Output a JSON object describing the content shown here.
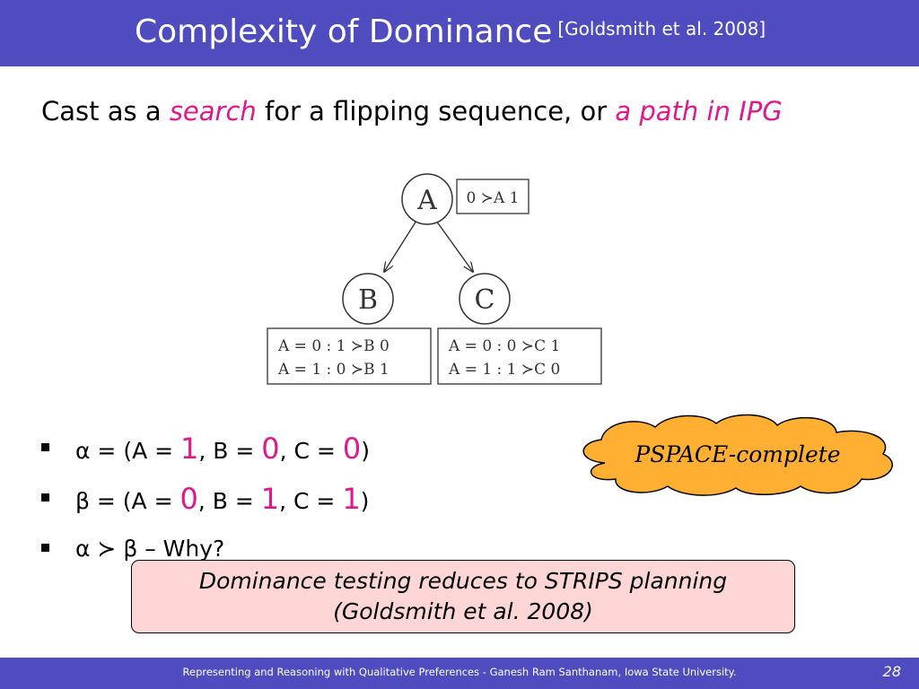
{
  "title": {
    "main": "Complexity of Dominance",
    "cite": "[Goldsmith et al. 2008]"
  },
  "subtitle": {
    "pre": "Cast as a",
    "em1": "search",
    "mid": "for a flipping sequence, or",
    "em2": "a path in IPG"
  },
  "diagram": {
    "nodes": [
      "A",
      "B",
      "C"
    ],
    "cpt_a": "0 ≻A 1",
    "cpt_b": [
      "A = 0 : 1 ≻B 0",
      "A = 1 : 0 ≻B 1"
    ],
    "cpt_c": [
      "A = 0 : 0 ≻C 1",
      "A = 1 : 1 ≻C 0"
    ]
  },
  "bullets": {
    "alpha": {
      "prefix": "α = (A = ",
      "a": "1",
      "sep1": ", B = ",
      "b": "0",
      "sep2": ", C = ",
      "c": "0",
      "suffix": ")"
    },
    "beta": {
      "prefix": "β = (A = ",
      "a": "0",
      "sep1": ", B = ",
      "b": "1",
      "sep2": ", C = ",
      "c": "1",
      "suffix": ")"
    },
    "pref": "α ≻ β – Why?"
  },
  "cloud_text": "PSPACE-complete",
  "callout": {
    "line1": "Dominance testing reduces to STRIPS planning",
    "line2": "(Goldsmith et al. 2008)"
  },
  "footer": {
    "text": "Representing and Reasoning with Qualitative Preferences  - Ganesh Ram Santhanam, Iowa State University.",
    "page": "28"
  },
  "colors": {
    "bar": "#4f4cc0",
    "accent": "#e0188c",
    "cloud_fill": "#ffb033",
    "callout_fill": "#ffd6d6"
  }
}
